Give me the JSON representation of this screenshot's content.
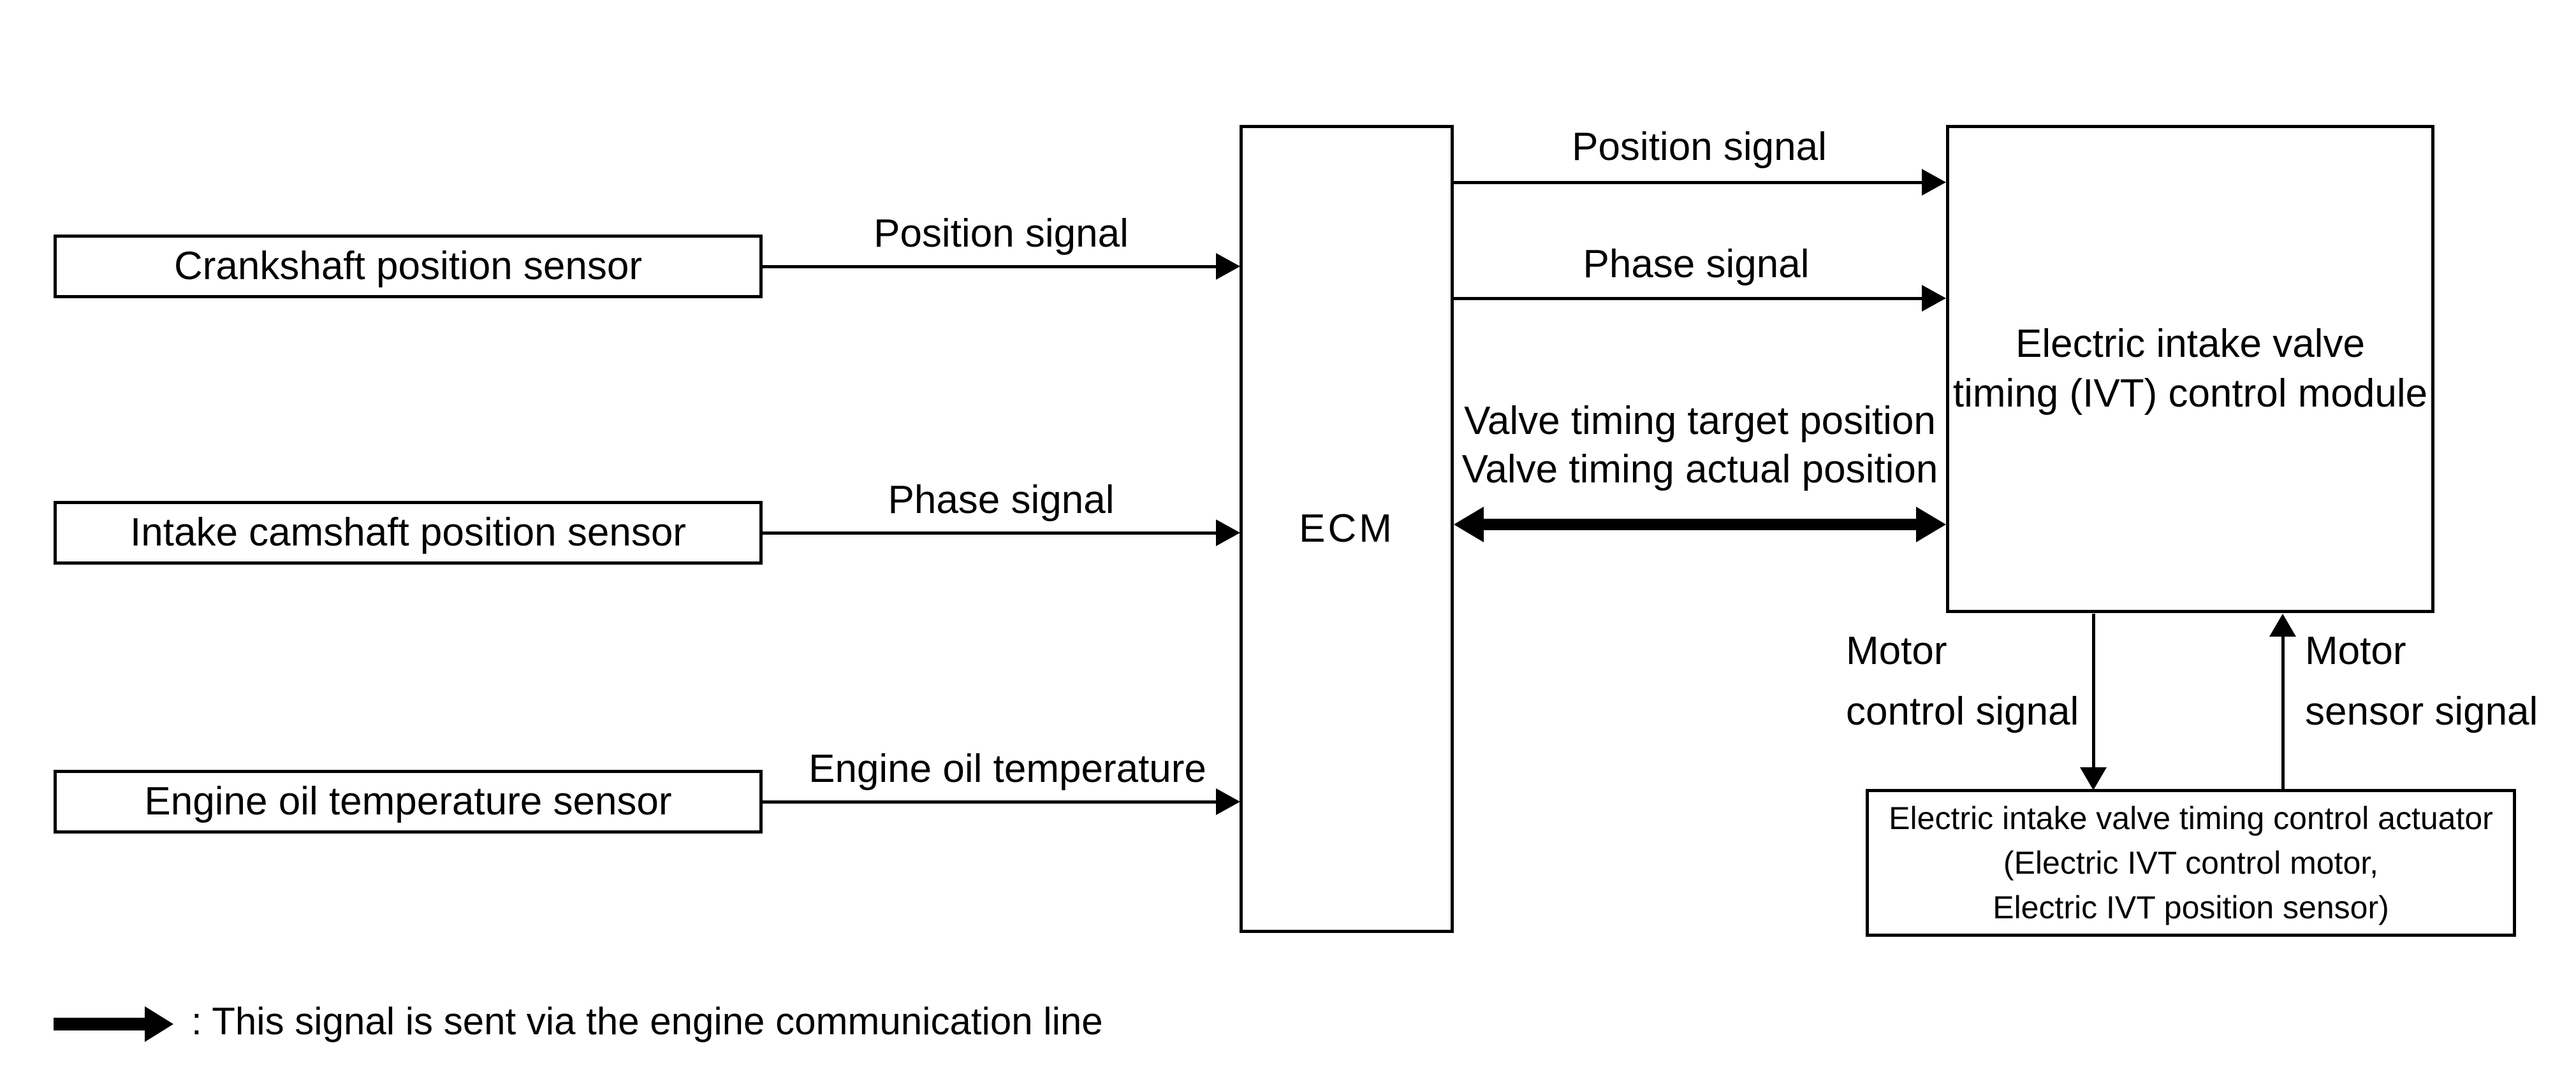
{
  "colors": {
    "ink": "#000000",
    "background": "#ffffff"
  },
  "nodes": {
    "crankshaft_sensor": {
      "label": "Crankshaft position sensor"
    },
    "camshaft_sensor": {
      "label": "Intake camshaft position sensor"
    },
    "oil_temp_sensor": {
      "label": "Engine oil temperature sensor"
    },
    "ecm": {
      "label": "ECM"
    },
    "ivt_module": {
      "label_line1": "Electric intake valve",
      "label_line2": "timing (IVT) control module"
    },
    "ivt_actuator": {
      "label_line1": "Electric intake valve timing control actuator",
      "label_line2": "(Electric IVT control motor,",
      "label_line3": "Electric IVT position sensor)"
    }
  },
  "signals": {
    "crank_to_ecm": "Position signal",
    "cam_to_ecm": "Phase signal",
    "oil_to_ecm": "Engine oil temperature",
    "ecm_to_module_position": "Position signal",
    "ecm_to_module_phase": "Phase signal",
    "valve_timing_line1": "Valve timing target position",
    "valve_timing_line2": "Valve timing actual position",
    "motor_control_line1": "Motor",
    "motor_control_line2": "control signal",
    "motor_sensor_line1": "Motor",
    "motor_sensor_line2": "sensor signal"
  },
  "legend": {
    "label": ": This signal is sent via the engine communication line"
  }
}
